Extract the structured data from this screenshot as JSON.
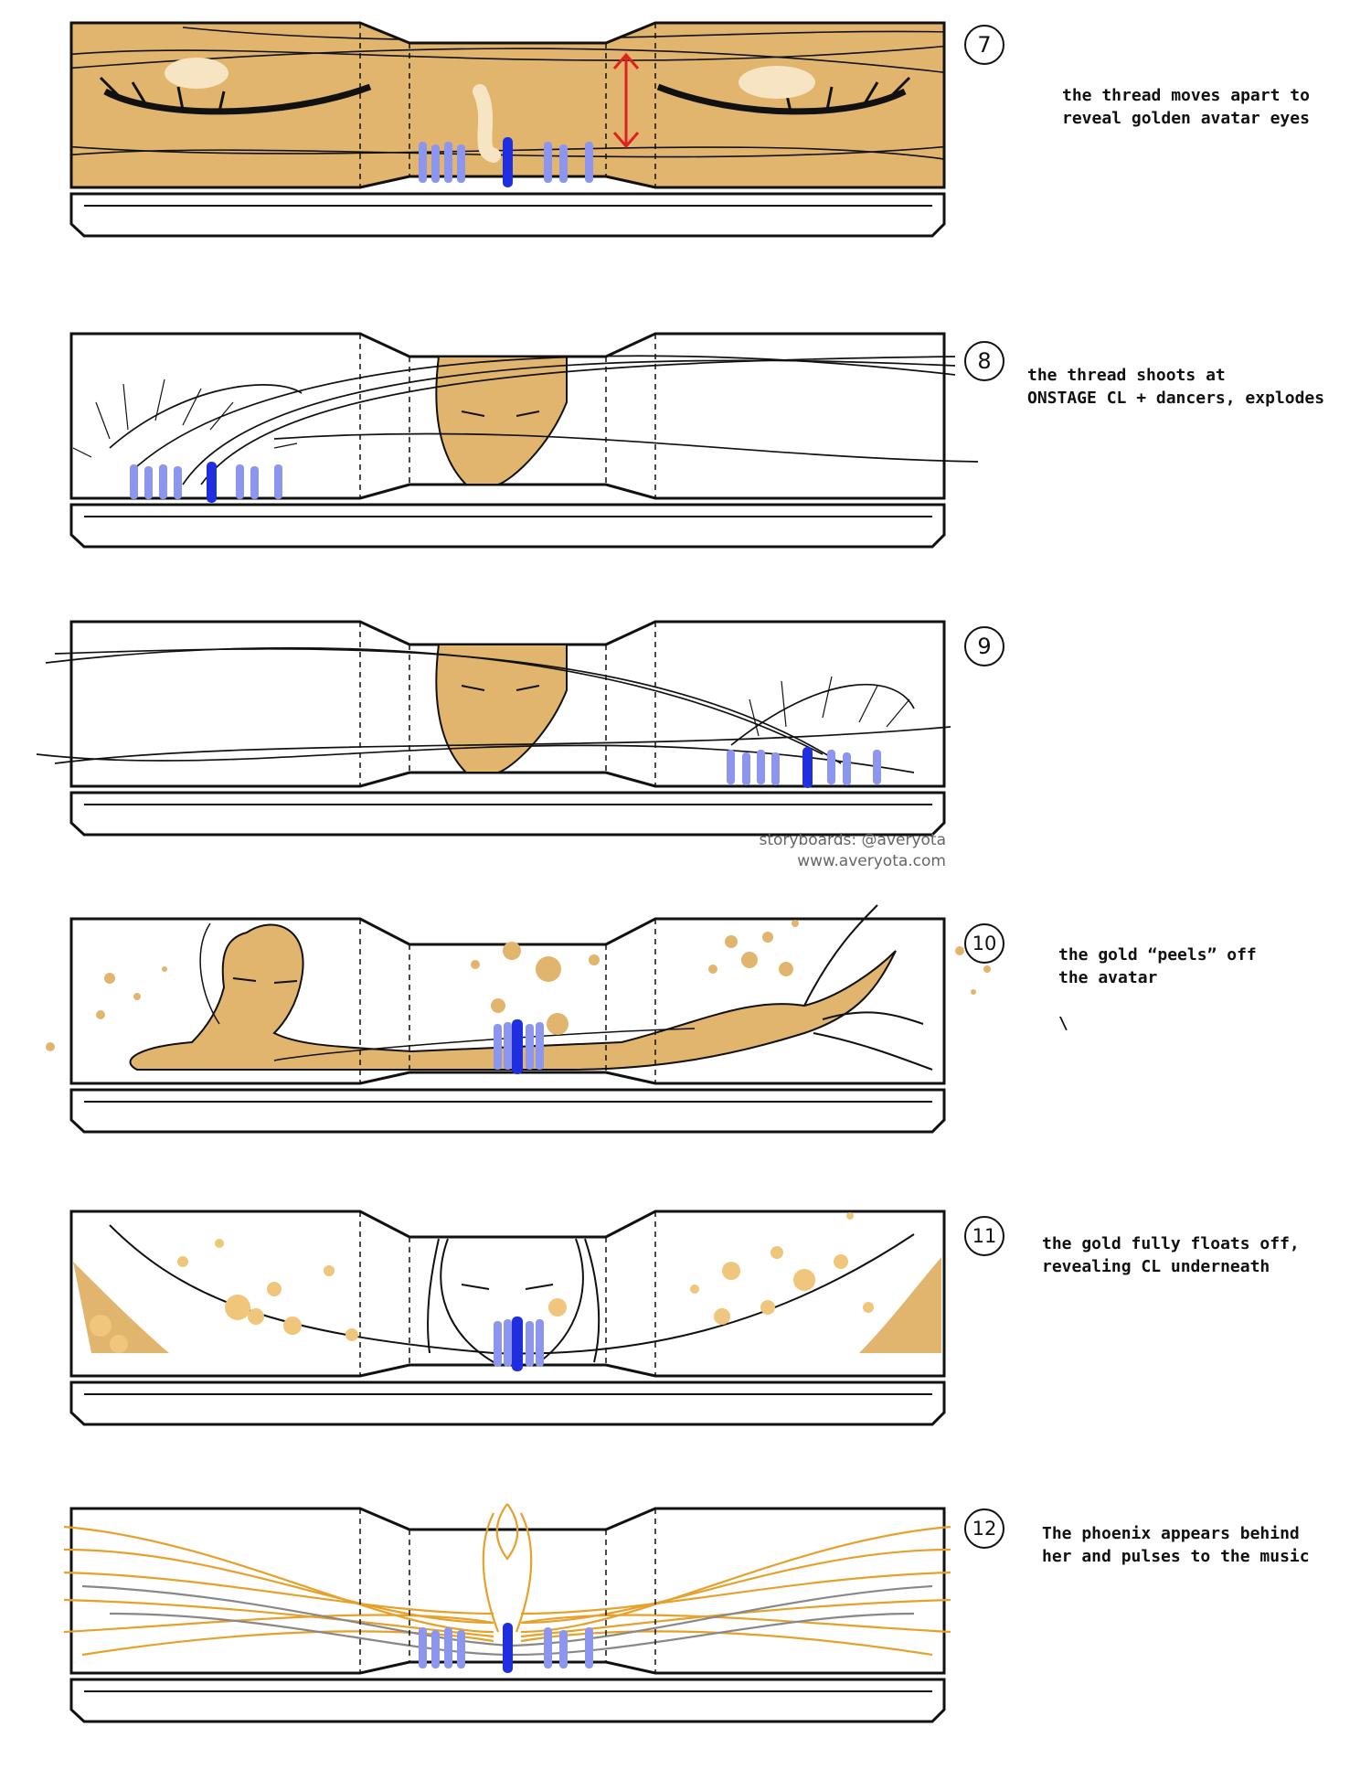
{
  "colors": {
    "gold": "#e2b56f",
    "gold_light": "#f0c57c",
    "gold_thread": "#e6a12a",
    "dancer_lead": "#1f2fe0",
    "dancer": "#8d96ee",
    "ink": "#111111",
    "arrow": "#e02020"
  },
  "credit": {
    "line1": "storyboards: @averyota",
    "line2": "www.averyota.com"
  },
  "panels": [
    {
      "number": "7",
      "caption_line1": "the thread moves apart to",
      "caption_line2": "reveal golden avatar eyes",
      "caption_line3": ""
    },
    {
      "number": "8",
      "caption_line1": "the thread shoots at",
      "caption_line2": "ONSTAGE CL + dancers, explodes",
      "caption_line3": ""
    },
    {
      "number": "9",
      "caption_line1": "",
      "caption_line2": "",
      "caption_line3": ""
    },
    {
      "number": "10",
      "caption_line1": "the gold “peels” off",
      "caption_line2": "the avatar",
      "caption_line3": "\\"
    },
    {
      "number": "11",
      "caption_line1": "the gold fully floats off,",
      "caption_line2": "revealing CL underneath",
      "caption_line3": ""
    },
    {
      "number": "12",
      "caption_line1": "The phoenix appears behind",
      "caption_line2": "her and pulses to the music",
      "caption_line3": ""
    }
  ]
}
